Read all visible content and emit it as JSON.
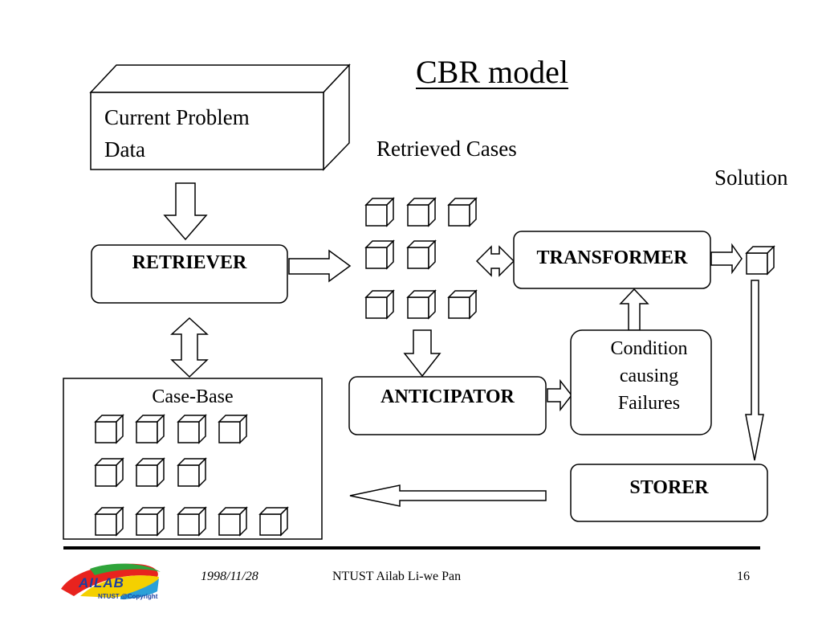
{
  "slide": {
    "title": "CBR model"
  },
  "diagram": {
    "current_problem_line1": "Current Problem",
    "current_problem_line2": "Data",
    "retrieved_cases_label": "Retrieved Cases",
    "solution_label": "Solution",
    "retriever_label": "RETRIEVER",
    "transformer_label": "TRANSFORMER",
    "anticipator_label": "ANTICIPATOR",
    "storer_label": "STORER",
    "case_base_label": "Case-Base",
    "condition_line1": "Condition",
    "condition_line2": "causing",
    "condition_line3": "Failures"
  },
  "footer": {
    "logo_text": "AILAB",
    "logo_subtext": "NTUST @Copyright",
    "date": "1998/11/28",
    "author": "NTUST Ailab Li-we Pan",
    "page_number": "16"
  }
}
